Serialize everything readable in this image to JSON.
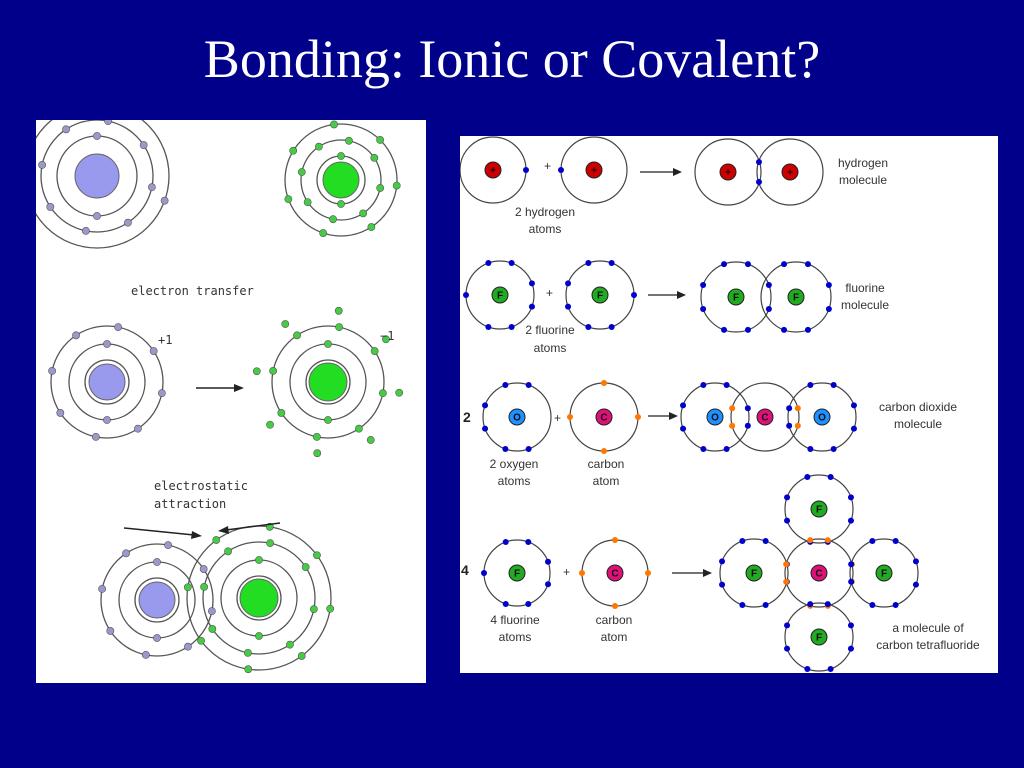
{
  "slide": {
    "title": "Bonding: Ionic or Covalent?"
  },
  "ionic_panel": {
    "electron_transfer_label": "electron transfer",
    "charge_positive": "+1",
    "charge_negative": "−1",
    "attraction_label_line1": "electrostatic",
    "attraction_label_line2": "attraction"
  },
  "covalent_panel": {
    "hydrogen": {
      "reactant_line1": "2 hydrogen",
      "reactant_line2": "atoms",
      "product_line1": "hydrogen",
      "product_line2": "molecule",
      "plus": "+"
    },
    "fluorine": {
      "reactant_line1": "2 fluorine",
      "reactant_line2": "atoms",
      "product_line1": "fluorine",
      "product_line2": "molecule",
      "plus": "+"
    },
    "carbon_dioxide": {
      "coefficient": "2",
      "reactant1_line1": "2 oxygen",
      "reactant1_line2": "atoms",
      "reactant2_line1": "carbon",
      "reactant2_line2": "atom",
      "product_line1": "carbon dioxide",
      "product_line2": "molecule",
      "plus": "+"
    },
    "carbon_tetrafluoride": {
      "coefficient": "4",
      "reactant1_line1": "4 fluorine",
      "reactant1_line2": "atoms",
      "reactant2_line1": "carbon",
      "reactant2_line2": "atom",
      "product_line1": "a molecule of",
      "product_line2": "carbon tetrafluoride",
      "plus": "+"
    },
    "symbols": {
      "hydrogen_nucleus": "+",
      "fluorine": "F",
      "oxygen": "O",
      "carbon": "C"
    }
  },
  "colors": {
    "background": "#00008B",
    "sodium_nucleus": "#9999EE",
    "sodium_electron": "#9999CC",
    "chlorine_nucleus": "#22DD22",
    "chlorine_electron": "#44CC44",
    "hydrogen_nucleus": "#CC0000",
    "fluorine_nucleus": "#22AA22",
    "oxygen_nucleus": "#1E90FF",
    "carbon_nucleus": "#DD1177",
    "electron_dot": "#0000CC",
    "carbon_electron_dot": "#FF7700"
  }
}
